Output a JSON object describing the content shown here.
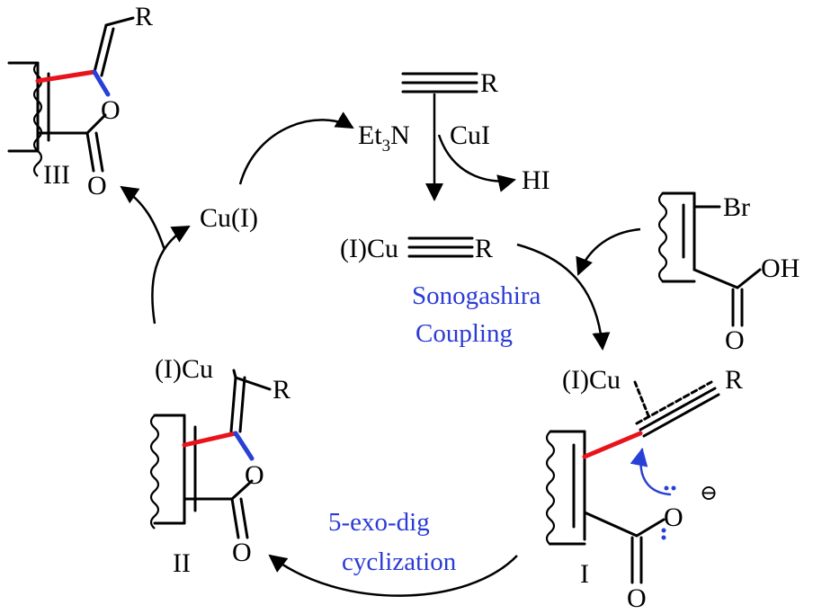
{
  "labels": {
    "compound_III": "III",
    "compound_II": "II",
    "compound_I": "I",
    "catalyst": "Cu(I)",
    "byproduct": "HI",
    "base_prefix": "Et",
    "base_sub": "3",
    "base_suffix": "N",
    "reagent_cui": "CuI",
    "acetylide": "(I)Cu",
    "cu_ii": "(I)Cu",
    "cu_i": "(I)Cu"
  },
  "atoms": {
    "R": "R",
    "O": "O",
    "Br": "Br",
    "OH": "OH",
    "minus": "⊖"
  },
  "steps": {
    "sonogashira_line1": "Sonogashira",
    "sonogashira_line2": "Coupling",
    "cyclization_line1": "5-exo-dig",
    "cyclization_line2": "cyclization"
  }
}
